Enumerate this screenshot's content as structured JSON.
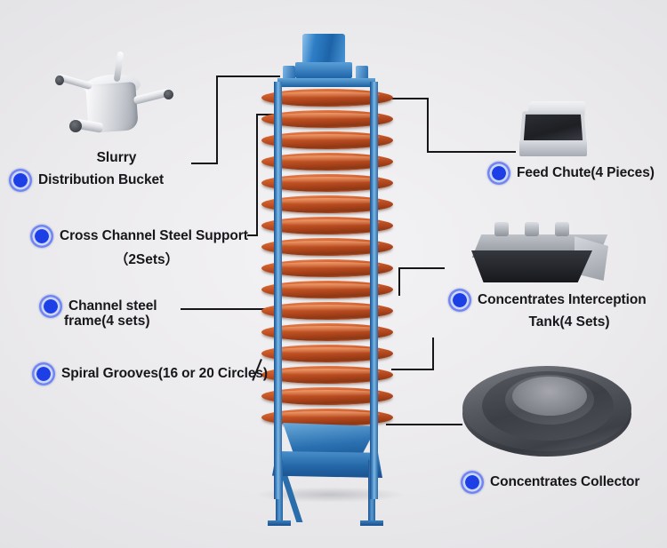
{
  "diagram": {
    "title": "Spiral Chute Separator Component Diagram",
    "background_color": "#e9e8ea",
    "accent_color": "#1c3fe6",
    "text_color": "#17171b",
    "line_color": "#16161a"
  },
  "machine": {
    "name": "spiral-chute-separator",
    "frame_color": "#2468a8",
    "spiral_color": "#c8541f",
    "coil_count": 16
  },
  "callouts": [
    {
      "id": "slurry-distribution-bucket",
      "line1": "Slurry",
      "line2": "Distribution Bucket",
      "full": "Slurry Distribution Bucket",
      "side": "left"
    },
    {
      "id": "cross-channel-steel-support",
      "line1": "Cross Channel Steel Support",
      "line2": "（2Sets）",
      "full": "Cross Channel Steel Support（2Sets）",
      "side": "left"
    },
    {
      "id": "channel-steel-frame",
      "line1": "Channel steel",
      "line2": "frame(4 sets)",
      "full": "Channel steel frame(4 sets)",
      "side": "left"
    },
    {
      "id": "spiral-grooves",
      "line1": "Spiral Grooves(16 or 20 Circles)",
      "line2": "",
      "full": "Spiral Grooves(16 or 20 Circles)",
      "side": "left"
    },
    {
      "id": "feed-chute",
      "line1": "Feed Chute(4 Pieces)",
      "line2": "",
      "full": "Feed Chute(4 Pieces)",
      "side": "right"
    },
    {
      "id": "concentrates-interception-tank",
      "line1": "Concentrates Interception",
      "line2": "Tank(4 Sets)",
      "full": "Concentrates Interception Tank(4 Sets)",
      "side": "right"
    },
    {
      "id": "concentrates-collector",
      "line1": "Concentrates Collector",
      "line2": "",
      "full": "Concentrates Collector",
      "side": "right"
    }
  ]
}
